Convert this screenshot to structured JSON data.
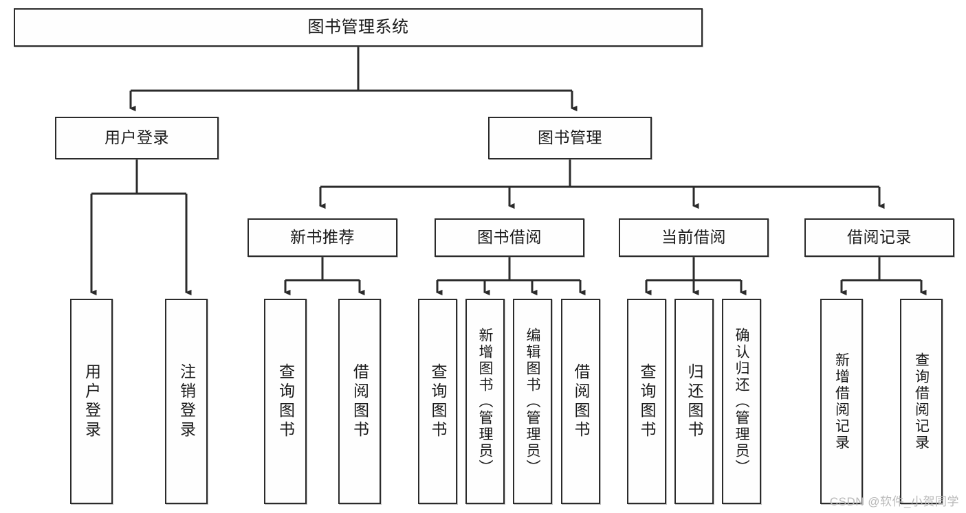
{
  "diagram": {
    "title": "图书管理系统",
    "type": "tree",
    "watermark": "CSDN @软件_小贺同学",
    "colors": {
      "stroke": "#2b2b2b",
      "fill": "#fefefe",
      "background": "#ffffff",
      "watermark": "#b9b9b9"
    },
    "root": {
      "label": "图书管理系统"
    },
    "level1": [
      {
        "label": "用户登录"
      },
      {
        "label": "图书管理"
      }
    ],
    "level2": [
      {
        "label": "新书推荐"
      },
      {
        "label": "图书借阅"
      },
      {
        "label": "当前借阅"
      },
      {
        "label": "借阅记录"
      }
    ],
    "leaves": {
      "user_login": [
        {
          "label": "用户登录"
        },
        {
          "label": "注销登录"
        }
      ],
      "new_book_recommend": [
        {
          "label": "查询图书"
        },
        {
          "label": "借阅图书"
        }
      ],
      "book_borrow": [
        {
          "label": "查询图书"
        },
        {
          "label": "新增图书（管理员）"
        },
        {
          "label": "编辑图书（管理员）"
        },
        {
          "label": "借阅图书"
        }
      ],
      "current_borrow": [
        {
          "label": "查询图书"
        },
        {
          "label": "归还图书"
        },
        {
          "label": "确认归还（管理员）"
        }
      ],
      "borrow_record": [
        {
          "label": "新增借阅记录"
        },
        {
          "label": "查询借阅记录"
        }
      ]
    }
  }
}
